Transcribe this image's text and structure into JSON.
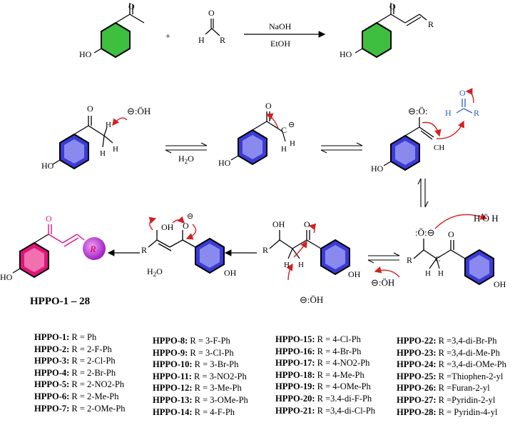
{
  "reaction": {
    "reagent1": "NaOH",
    "reagent2": "EtOH",
    "plus": "+",
    "R": "R",
    "O": "O",
    "HO": "HO",
    "H": "H"
  },
  "mechanism": {
    "hydroxide": "ÖH",
    "water": "H2O",
    "minus": "⊖",
    "OH": "OH",
    "HOH": "O",
    "H2O_label": "H2O"
  },
  "series_label": "HPPO-1 – 28",
  "compounds": [
    {
      "id": "HPPO-1:",
      "r": "R = Ph"
    },
    {
      "id": "HPPO-2:",
      "r": "R = 2-F-Ph"
    },
    {
      "id": "HPPO-3:",
      "r": "R = 2-Cl-Ph"
    },
    {
      "id": "HPPO-4:",
      "r": "R = 2-Br-Ph"
    },
    {
      "id": "HPPO-5:",
      "r": "R = 2-NO2-Ph"
    },
    {
      "id": "HPPO-6:",
      "r": "R = 2-Me-Ph"
    },
    {
      "id": "HPPO-7:",
      "r": "R = 2-OMe-Ph"
    },
    {
      "id": "HPPO-8:",
      "r": "R = 3-F-Ph"
    },
    {
      "id": "HPPO-9:",
      "r": "R = 3-Cl-Ph"
    },
    {
      "id": "HPPO-10:",
      "r": "R = 3-Br-Ph"
    },
    {
      "id": "HPPO-11:",
      "r": "R = 3-NO2-Ph"
    },
    {
      "id": "HPPO-12:",
      "r": "R = 3-Me-Ph"
    },
    {
      "id": "HPPO-13:",
      "r": "R = 3-OMe-Ph"
    },
    {
      "id": "HPPO-14:",
      "r": "R = 4-F-Ph"
    },
    {
      "id": "HPPO-15:",
      "r": "R = 4-Cl-Ph"
    },
    {
      "id": "HPPO-16:",
      "r": "R = 4-Br-Ph"
    },
    {
      "id": "HPPO-17:",
      "r": "R = 4-NO2-Ph"
    },
    {
      "id": "HPPO-18:",
      "r": "R = 4-Me-Ph"
    },
    {
      "id": "HPPO-19:",
      "r": "R = 4-OMe-Ph"
    },
    {
      "id": "HPPO-20:",
      "r": "R =3.4-di-F-Ph"
    },
    {
      "id": "HPPO-21:",
      "r": "R =3,4-di-Cl-Ph"
    },
    {
      "id": "HPPO-22:",
      "r": "R =3,4-di-Br-Ph"
    },
    {
      "id": "HPPO-23:",
      "r": "R =3,4-di-Me-Ph"
    },
    {
      "id": "HPPO-24:",
      "r": "R =3,4-di-OMe-Ph"
    },
    {
      "id": "HPPO-25:",
      "r": "R =Thiophen-2-yl"
    },
    {
      "id": "HPPO-26:",
      "r": "R =Furan-2-yl"
    },
    {
      "id": "HPPO-27:",
      "r": "R =Pyridin-2-yl"
    },
    {
      "id": "HPPO-28:",
      "r": "R = Pyridin-4-yl"
    }
  ],
  "colors": {
    "green": "#3fbf3f",
    "blue": "#3b3bd6",
    "red_arrow": "#d42020",
    "magenta": "#e0147a",
    "purple": "#c040d0"
  }
}
